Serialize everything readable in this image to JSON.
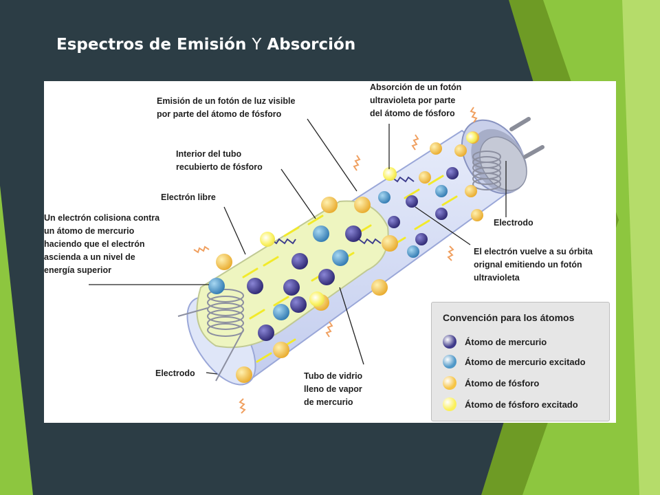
{
  "slide": {
    "title_part1": "Espectros de Emisión",
    "title_part2": "Y",
    "title_part3": "Absorción",
    "accent_color": "#8dc63f",
    "background_color": "#2c3d45"
  },
  "diagram": {
    "labels": {
      "emission": [
        "Emisión de un fotón de luz visible",
        "por parte del átomo de fósforo"
      ],
      "absorption": [
        "Absorción de un fotón",
        "ultravioleta por parte",
        "del átomo de fósforo"
      ],
      "interior": [
        "Interior del tubo",
        "recubierto de fósforo"
      ],
      "free_electron": [
        "Electrón libre"
      ],
      "collision": [
        "Un electrón colisiona contra",
        "un átomo de mercurio",
        "haciendo que el electrón",
        "ascienda a un nivel de",
        "energía superior"
      ],
      "electrode_right": [
        "Electrodo"
      ],
      "return": [
        "El electrón vuelve a su órbita",
        "orignal emitiendo un fotón",
        "ultravioleta"
      ],
      "electrode_left": [
        "Electrodo"
      ],
      "glass_tube": [
        "Tubo de vidrio",
        "lleno de vapor",
        "de mercurio"
      ]
    },
    "legend": {
      "title": "Convención para los átomos",
      "items": [
        {
          "label": "Átomo de mercurio",
          "color": "#3f3a8a"
        },
        {
          "label": "Átomo de mercurio excitado",
          "color": "#4f98c8"
        },
        {
          "label": "Átomo de fósforo",
          "color": "#f6c445"
        },
        {
          "label": "Átomo de fósforo excitado",
          "color": "#fbf05a"
        }
      ]
    }
  }
}
